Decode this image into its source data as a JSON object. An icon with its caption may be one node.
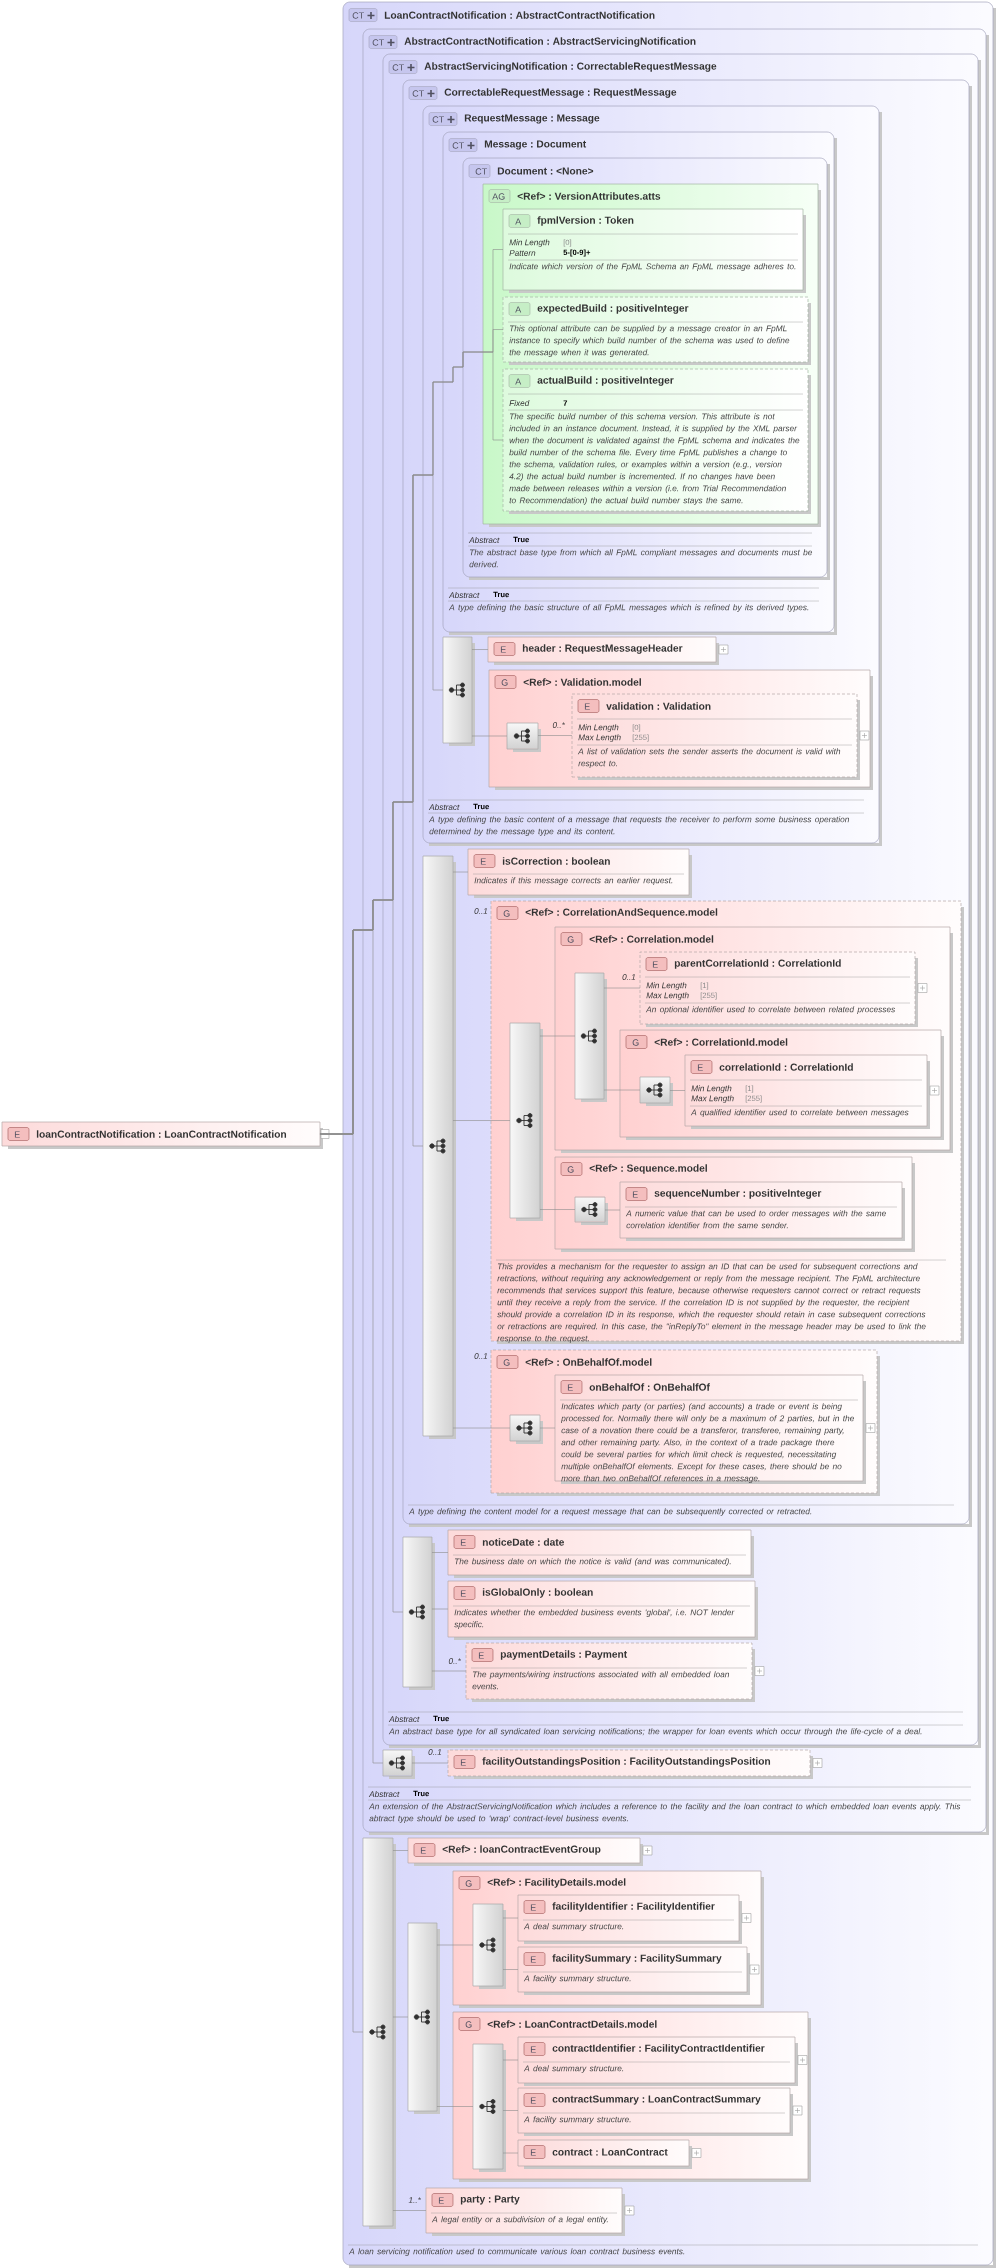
{
  "diagram": {
    "nodes": [
      {
        "text": [
          "E",
          "loanContractNotification : LoanContractNotification"
        ]
      },
      {
        "text": [
          "CT",
          "LoanContractNotification : AbstractContractNotification",
          "A loan servicing notification used to communicate various loan contract business events."
        ]
      },
      {
        "text": [
          "CT",
          "AbstractContractNotification : AbstractServicingNotification",
          "Abstract",
          "True",
          "An extension of the AbstractServicingNotification which includes a reference to the facility and the loan contract to which embedded loan events apply. This abtract type should be used to 'wrap' contract-level business events."
        ],
        "in": 1
      },
      {
        "text": [
          "CT",
          "AbstractServicingNotification : CorrectableRequestMessage",
          "Abstract",
          "True",
          "An abstract base type for all syndicated loan servicing notifications; the wrapper for loan events which occur through the life-cycle of a deal."
        ],
        "in": 2
      },
      {
        "text": [
          "CT",
          "CorrectableRequestMessage : RequestMessage",
          "A type defining the content model for a request message that can be subsequently corrected or retracted."
        ],
        "in": 3
      },
      {
        "text": [
          "CT",
          "RequestMessage : Message",
          "Abstract",
          "True",
          "A type defining the basic content of a message that requests the receiver to perform some business operation determined by the message type and its content."
        ],
        "in": 4
      },
      {
        "text": [
          "CT",
          "Message : Document",
          "Abstract",
          "True",
          "A type defining the basic structure of all FpML messages which is refined by its derived types."
        ],
        "in": 5
      },
      {
        "text": [
          "CT",
          "Document : <None>",
          "Abstract",
          "True",
          "The abstract base type from which all FpML compliant messages and documents must be derived."
        ],
        "in": 6
      },
      {
        "text": [
          "AG",
          "<Ref> : VersionAttributes.atts"
        ],
        "in": 7
      },
      {
        "text": [
          "A",
          "fpmlVersion : Token",
          "Min Length",
          "[0]",
          "Pattern",
          "5-[0-9]+",
          "Indicate which version of the FpML Schema an FpML message adheres to."
        ],
        "in": 8
      },
      {
        "text": [
          "A",
          "expectedBuild : positiveInteger",
          "This optional attribute can be supplied by a message creator in an FpML instance to specify which build number of the schema was used to define the message when it was generated."
        ],
        "in": 8
      },
      {
        "text": [
          "A",
          "actualBuild : positiveInteger",
          "Fixed",
          "7",
          "The specific build number of this schema version. This attribute is not included in an instance document. Instead, it is supplied by the XML parser when the document is validated against the FpML schema and indicates the build number of the schema file. Every time FpML publishes a change to the schema, validation rules, or examples within a version (e.g., version 4.2) the actual build number is incremented. If no changes have been made between releases within a version (i.e. from Trial Recommendation to Recommendation) the actual build number stays the same."
        ],
        "in": 8
      },
      {
        "text": [],
        "shape": "bar",
        "in": 5
      },
      {
        "text": [
          "E",
          "header : RequestMessageHeader"
        ],
        "in": 5
      },
      {
        "text": [
          "G",
          "<Ref> : Validation.model"
        ],
        "in": 5
      },
      {
        "text": [],
        "shape": "box",
        "in": 14
      },
      {
        "text": [
          "E",
          "validation : Validation",
          "Min Length",
          "[0]",
          "Max Length",
          "[255]",
          "A list of validation sets the sender asserts the document is valid with respect to."
        ],
        "beside": [
          "0..*"
        ],
        "in": 14
      },
      {
        "text": [],
        "shape": "bar",
        "in": 4
      },
      {
        "text": [
          "E",
          "isCorrection : boolean",
          "Indicates if this message corrects an earlier request."
        ],
        "in": 4
      },
      {
        "text": [
          "G",
          "<Ref> : CorrelationAndSequence.model",
          "This provides a mechanism for the requester to assign an ID that can be used for subsequent corrections and retractions, without requiring any acknowledgement or reply from the message recipient. The FpML architecture recommends that services support this feature, because otherwise requesters cannot correct or retract requests until they receive a reply from the service. If the correlation ID is not supplied by the requester, the recipient should provide a correlation ID in its response, which the requester should retain in case subsequent corrections or retractions are required. In this case, the \"inReplyTo\" element in the message header may be used to link the response to the request."
        ],
        "beside": [
          "0..1"
        ],
        "in": 4
      },
      {
        "text": [],
        "shape": "bar",
        "in": 19
      },
      {
        "text": [
          "G",
          "<Ref> : Correlation.model"
        ],
        "in": 19
      },
      {
        "text": [],
        "shape": "bar",
        "in": 21
      },
      {
        "text": [
          "E",
          "parentCorrelationId : CorrelationId",
          "Min Length",
          "[1]",
          "Max Length",
          "[255]",
          "An optional identifier used to correlate between related processes"
        ],
        "beside": [
          "0..1"
        ],
        "in": 21
      },
      {
        "text": [
          "G",
          "<Ref> : CorrelationId.model"
        ],
        "in": 21
      },
      {
        "text": [],
        "shape": "box",
        "in": 24
      },
      {
        "text": [
          "E",
          "correlationId : CorrelationId",
          "Min Length",
          "[1]",
          "Max Length",
          "[255]",
          "A qualified identifier used to correlate between messages"
        ],
        "in": 24
      },
      {
        "text": [
          "G",
          "<Ref> : Sequence.model"
        ],
        "in": 19
      },
      {
        "text": [],
        "shape": "box",
        "in": 27
      },
      {
        "text": [
          "E",
          "sequenceNumber : positiveInteger",
          "A numeric value that can be used to order messages with the same correlation identifier from the same sender."
        ],
        "in": 27
      },
      {
        "text": [
          "G",
          "<Ref> : OnBehalfOf.model"
        ],
        "beside": [
          "0..1"
        ],
        "in": 4
      },
      {
        "text": [],
        "shape": "box",
        "in": 30
      },
      {
        "text": [
          "E",
          "onBehalfOf : OnBehalfOf",
          "Indicates which party (or parties) (and accounts) a trade or event is being processed for. Normally there will only be a maximum of 2 parties, but in the case of a novation there could be a transferor, transferee, remaining party, and other remaining party. Also, in the context of a trade package there could be several parties for which limit check is requested, necessitating multiple onBehalfOf elements. Except for these cases, there should be no more than two onBehalfOf references in a message."
        ],
        "in": 30
      },
      {
        "text": [],
        "shape": "bar",
        "in": 3
      },
      {
        "text": [
          "E",
          "noticeDate : date",
          "The business date on which the notice is valid (and was communicated)."
        ],
        "in": 3
      },
      {
        "text": [
          "E",
          "isGlobalOnly : boolean",
          "Indicates whether the embedded business events 'global', i.e. NOT lender specific."
        ],
        "in": 3
      },
      {
        "text": [
          "E",
          "paymentDetails : Payment",
          "The payments/wiring instructions associated with all embedded loan events."
        ],
        "beside": [
          "0..*"
        ],
        "in": 3
      },
      {
        "text": [],
        "shape": "box",
        "in": 2
      },
      {
        "text": [
          "E",
          "facilityOutstandingsPosition : FacilityOutstandingsPosition"
        ],
        "beside": [
          "0..1"
        ],
        "in": 2
      },
      {
        "text": [],
        "shape": "bar",
        "in": 1
      },
      {
        "text": [
          "E",
          "<Ref> : loanContractEventGroup"
        ],
        "in": 1
      },
      {
        "text": [],
        "shape": "bar",
        "in": 1
      },
      {
        "text": [
          "G",
          "<Ref> : FacilityDetails.model"
        ],
        "in": 1
      },
      {
        "text": [],
        "shape": "bar",
        "in": 42
      },
      {
        "text": [
          "E",
          "facilityIdentifier : FacilityIdentifier",
          "A deal summary structure."
        ],
        "in": 42
      },
      {
        "text": [
          "E",
          "facilitySummary : FacilitySummary",
          "A facility summary structure."
        ],
        "in": 42
      },
      {
        "text": [
          "G",
          "<Ref> : LoanContractDetails.model"
        ],
        "in": 1
      },
      {
        "text": [],
        "shape": "bar",
        "in": 46
      },
      {
        "text": [
          "E",
          "contractIdentifier : FacilityContractIdentifier",
          "A deal summary structure."
        ],
        "in": 46
      },
      {
        "text": [
          "E",
          "contractSummary : LoanContractSummary",
          "A facility summary structure."
        ],
        "in": 46
      },
      {
        "text": [
          "E",
          "contract : LoanContract"
        ],
        "in": 46
      },
      {
        "text": [
          "E",
          "party : Party",
          "A legal entity or a subdivision of a legal entity."
        ],
        "beside": [
          "1..*"
        ],
        "in": 1
      }
    ],
    "edges": [
      {
        "from": 0,
        "to": 9,
        "arrow": "none"
      },
      {
        "from": 0,
        "to": 10,
        "arrow": "none"
      },
      {
        "from": 0,
        "to": 11,
        "arrow": "none"
      },
      {
        "from": 0,
        "to": 12,
        "arrow": "none"
      },
      {
        "from": 0,
        "to": 17,
        "arrow": "none"
      },
      {
        "from": 0,
        "to": 33,
        "arrow": "none"
      },
      {
        "from": 0,
        "to": 37,
        "arrow": "none"
      },
      {
        "from": 0,
        "to": 39,
        "arrow": "none"
      },
      {
        "from": 12,
        "to": 13,
        "arrow": "none"
      },
      {
        "from": 12,
        "to": 15,
        "arrow": "none"
      },
      {
        "from": 15,
        "to": 16,
        "arrow": "none"
      },
      {
        "from": 17,
        "to": 18,
        "arrow": "none"
      },
      {
        "from": 17,
        "to": 20,
        "arrow": "none"
      },
      {
        "from": 17,
        "to": 31,
        "arrow": "none"
      },
      {
        "from": 20,
        "to": 22,
        "arrow": "none"
      },
      {
        "from": 20,
        "to": 28,
        "arrow": "none"
      },
      {
        "from": 22,
        "to": 23,
        "arrow": "none"
      },
      {
        "from": 22,
        "to": 25,
        "arrow": "none"
      },
      {
        "from": 25,
        "to": 26,
        "arrow": "none"
      },
      {
        "from": 28,
        "to": 29,
        "arrow": "none"
      },
      {
        "from": 31,
        "to": 32,
        "arrow": "none"
      },
      {
        "from": 33,
        "to": 34,
        "arrow": "none"
      },
      {
        "from": 33,
        "to": 35,
        "arrow": "none"
      },
      {
        "from": 33,
        "to": 36,
        "arrow": "none"
      },
      {
        "from": 37,
        "to": 38,
        "arrow": "none"
      },
      {
        "from": 39,
        "to": 40,
        "arrow": "none"
      },
      {
        "from": 39,
        "to": 41,
        "arrow": "none"
      },
      {
        "from": 39,
        "to": 51,
        "arrow": "none"
      },
      {
        "from": 41,
        "to": 43,
        "arrow": "none"
      },
      {
        "from": 41,
        "to": 47,
        "arrow": "none"
      },
      {
        "from": 43,
        "to": 44,
        "arrow": "none"
      },
      {
        "from": 43,
        "to": 45,
        "arrow": "none"
      },
      {
        "from": 47,
        "to": 48,
        "arrow": "none"
      },
      {
        "from": 47,
        "to": 49,
        "arrow": "none"
      },
      {
        "from": 47,
        "to": 50,
        "arrow": "none"
      }
    ]
  }
}
